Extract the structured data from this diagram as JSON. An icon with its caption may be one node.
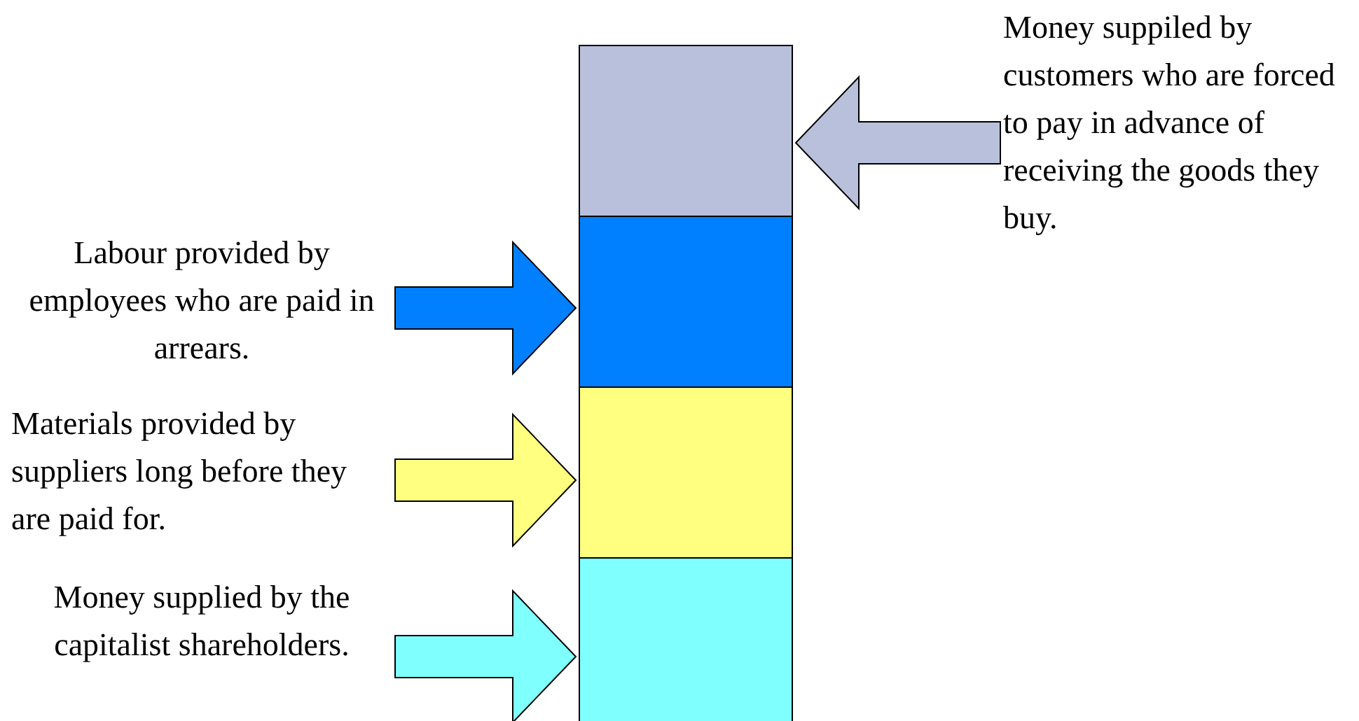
{
  "diagram": {
    "nodes": [
      {
        "text": [],
        "shape": "box"
      },
      {
        "text": [],
        "shape": "box"
      },
      {
        "text": [],
        "shape": "box"
      },
      {
        "text": [],
        "shape": "box"
      },
      {
        "text": [
          "Money suppiled by customers who are forced to pay in advance of receiving the goods they buy."
        ]
      },
      {
        "text": [
          "Labour provided by employees who are paid in arrears."
        ]
      },
      {
        "text": [
          "Materials provided by suppliers long before they are paid for."
        ]
      },
      {
        "text": [
          "Money supplied by the capitalist shareholders."
        ]
      }
    ],
    "edges": [
      {
        "from": 4,
        "to": 0,
        "arrow": "to",
        "color": "#b8c0dc"
      },
      {
        "from": 5,
        "to": 1,
        "arrow": "to",
        "color": "#0080ff"
      },
      {
        "from": 6,
        "to": 2,
        "arrow": "to",
        "color": "#ffff80"
      },
      {
        "from": 7,
        "to": 3,
        "arrow": "to",
        "color": "#80ffff"
      }
    ]
  }
}
